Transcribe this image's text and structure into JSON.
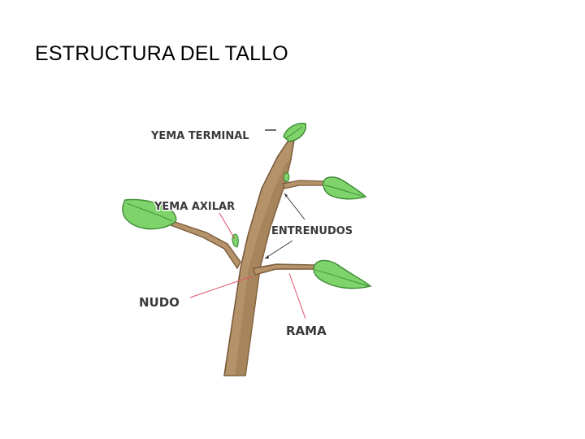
{
  "slide": {
    "title": "ESTRUCTURA DEL TALLO"
  },
  "diagram": {
    "labels": {
      "yema_terminal": "YEMA TERMINAL",
      "yema_axilar": "YEMA AXILAR",
      "entrenudos": "ENTRENUDOS",
      "nudo": "NUDO",
      "rama": "RAMA"
    },
    "colors": {
      "stem_main": "#b5936a",
      "stem_dark": "#7a5a3a",
      "leaf_fill": "#7ed36b",
      "leaf_dark": "#3d8a34",
      "label_text": "#3a3a3a",
      "pointer_red": "#e0506a",
      "pointer_dark": "#333333"
    }
  }
}
